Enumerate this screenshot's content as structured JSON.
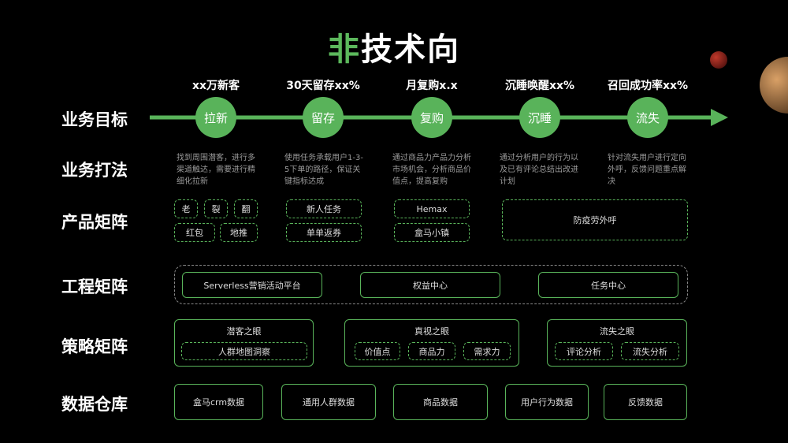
{
  "title": {
    "accent": "非",
    "rest": "技术向"
  },
  "rows": {
    "goals": "业务目标",
    "tactics": "业务打法",
    "product": "产品矩阵",
    "engineering": "工程矩阵",
    "strategy": "策略矩阵",
    "warehouse": "数据仓库"
  },
  "stages": [
    {
      "goal": "xx万新客",
      "node": "拉新",
      "desc": "找到周围潜客，进行多渠道触达，需要进行精细化拉新"
    },
    {
      "goal": "30天留存xx%",
      "node": "留存",
      "desc": "使用任务承载用户1-3-5下单的路径，保证关键指标达成"
    },
    {
      "goal": "月复购x.x",
      "node": "复购",
      "desc": "通过商品力产品力分析市场机会，分析商品价值点，提高复购"
    },
    {
      "goal": "沉睡唤醒xx%",
      "node": "沉睡",
      "desc": "通过分析用户的行为以及已有评论总结出改进计划"
    },
    {
      "goal": "召回成功率xx%",
      "node": "流失",
      "desc": "针对流失用户进行定向外呼，反馈问题重点解决"
    }
  ],
  "product": {
    "lx": [
      "老",
      "裂",
      "翻",
      "红包",
      "地推"
    ],
    "lc": [
      "新人任务",
      "单单返券"
    ],
    "fg": [
      "Hemax",
      "盒马小镇"
    ],
    "wide": "防疫劳外呼"
  },
  "engineering": [
    "Serverless营销活动平台",
    "权益中心",
    "任务中心"
  ],
  "strategy": [
    {
      "title": "潜客之眼",
      "items": [
        "人群地图洞察"
      ]
    },
    {
      "title": "真视之眼",
      "items": [
        "价值点",
        "商品力",
        "需求力"
      ]
    },
    {
      "title": "流失之眼",
      "items": [
        "评论分析",
        "流失分析"
      ]
    }
  ],
  "warehouse": [
    "盒马crm数据",
    "通用人群数据",
    "商品数据",
    "用户行为数据",
    "反馈数据"
  ],
  "colors": {
    "accent": "#59b35a",
    "background": "#000000"
  }
}
